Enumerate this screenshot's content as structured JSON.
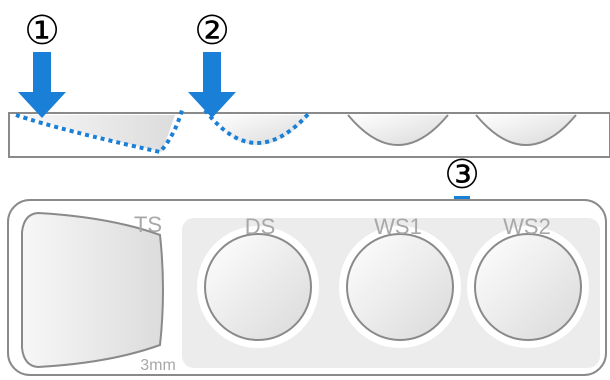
{
  "markers": {
    "m1": "①",
    "m2": "②",
    "m3": "③"
  },
  "labels": {
    "ts": "TS",
    "ds": "DS",
    "ws1": "WS1",
    "ws2": "WS2",
    "thickness": "3mm"
  },
  "colors": {
    "arrow": "#1a7fd6",
    "dotted": "#1a7fd6",
    "outline": "#8a8a8a",
    "panel": "#ececec",
    "label": "#a8a8a8",
    "marker_text": "#000000"
  },
  "icons": {
    "arrow": "down-arrow-icon"
  }
}
